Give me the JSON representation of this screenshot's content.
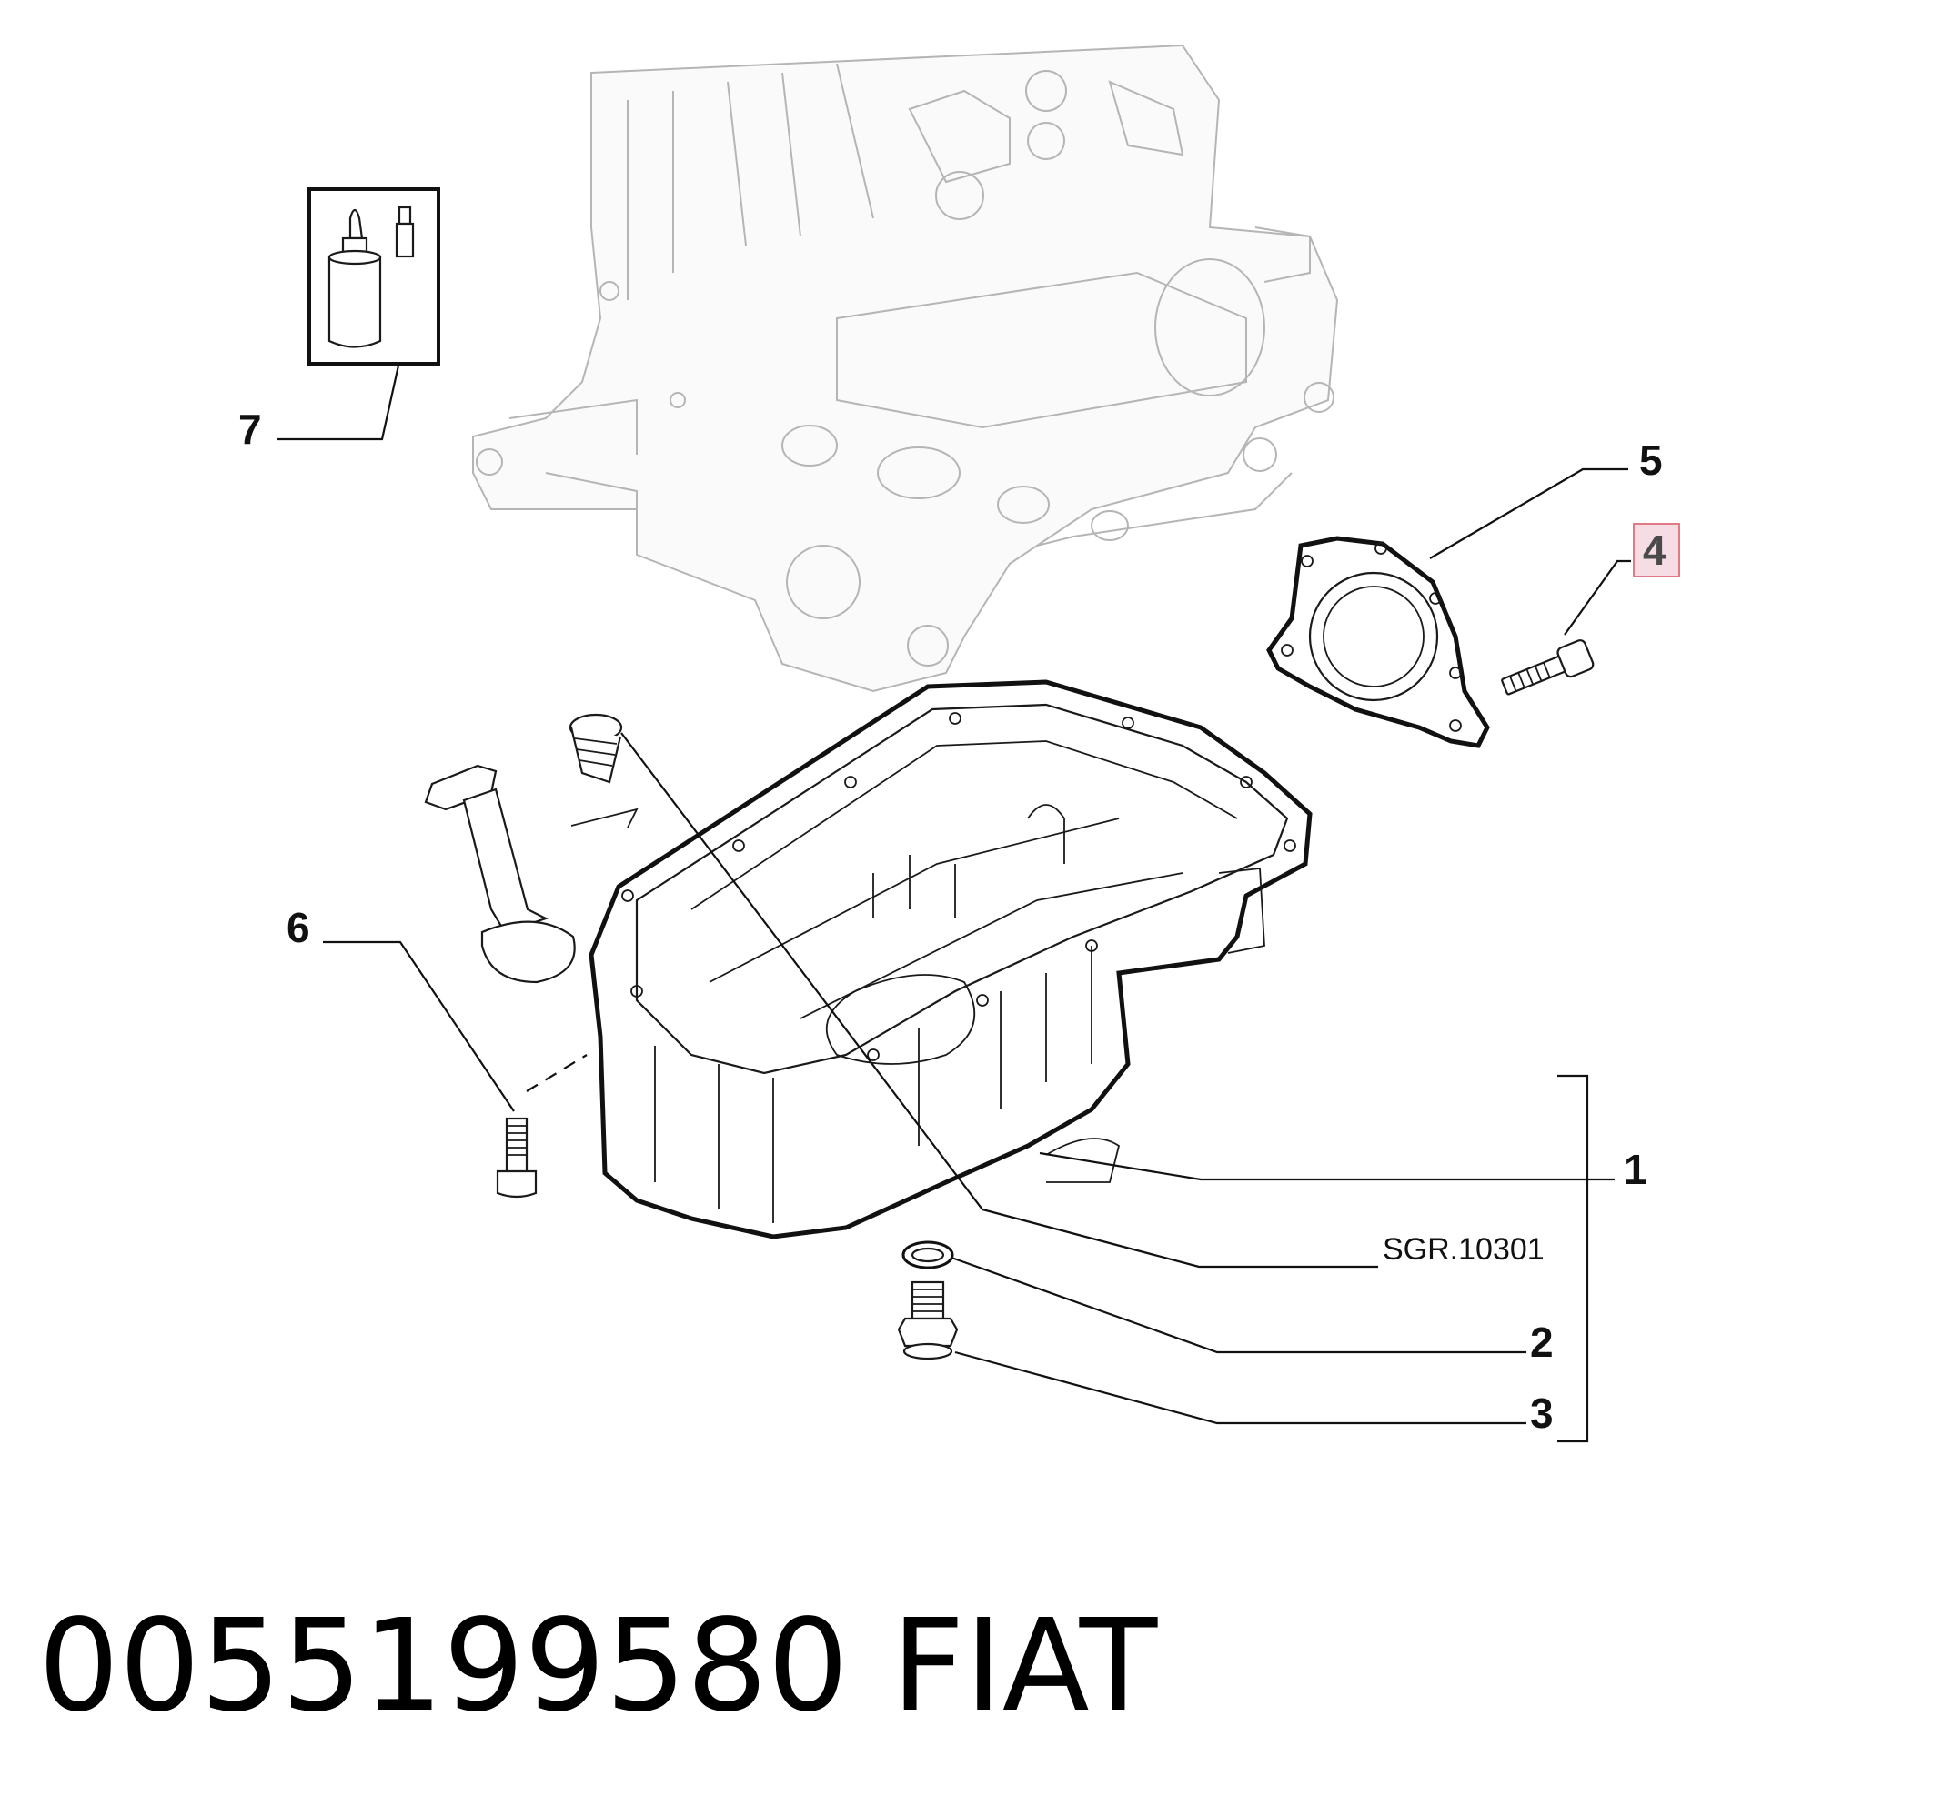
{
  "diagram": {
    "callouts": {
      "c1": "1",
      "c2": "2",
      "c3": "3",
      "c4": "4",
      "c5": "5",
      "c6": "6",
      "c7": "7"
    },
    "reference_label": "SGR.10301",
    "highlighted_callout": "4",
    "highlight_color": "#f6dde3",
    "highlight_border_color": "#e07a86"
  },
  "footer": {
    "part_number": "0055199580",
    "brand": "FIAT"
  }
}
